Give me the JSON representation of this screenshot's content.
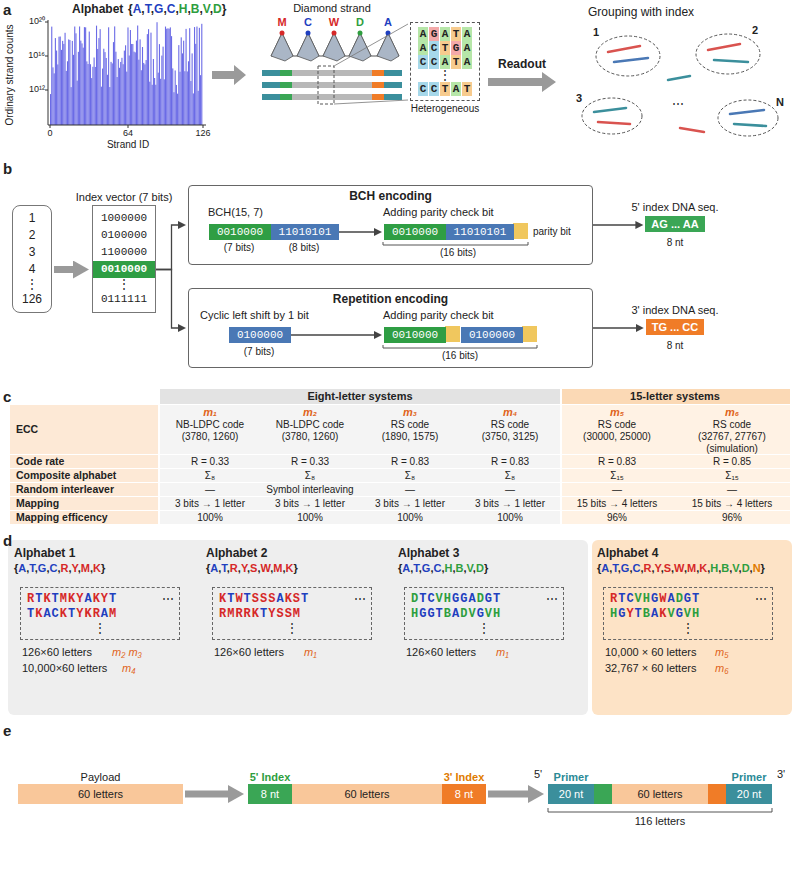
{
  "diagram": {
    "nodes": [
      {
        "text": [
          "AGATA",
          "ACTGA",
          "CCATA",
          "⋮",
          "CCTAT",
          "Heterogeneous"
        ]
      },
      {
        "text": [
          "1",
          "2",
          "3",
          "4",
          "⋮",
          "126"
        ]
      },
      {
        "text": [
          "Index vector (7 bits)",
          "1000000",
          "0100000",
          "1100000",
          "0010000",
          "⋮",
          "0111111"
        ]
      },
      {
        "text": [
          "BCH encoding"
        ]
      },
      {
        "text": [
          "0010000"
        ],
        "in": 3
      },
      {
        "text": [
          "11010101"
        ],
        "in": 3
      },
      {
        "text": [
          "0010000"
        ],
        "in": 3
      },
      {
        "text": [
          "11010101"
        ],
        "in": 3
      },
      {
        "text": [
          "5' index DNA seq.",
          "AG ... AA"
        ]
      },
      {
        "text": [
          "Repetition encoding"
        ]
      },
      {
        "text": [
          "0100000"
        ],
        "in": 9
      },
      {
        "text": [
          "0010000"
        ],
        "in": 9
      },
      {
        "text": [
          "0100000"
        ],
        "in": 9
      },
      {
        "text": [
          "3' index DNA seq.",
          "TG ... CC"
        ]
      },
      {
        "text": [
          "Alphabet 1",
          "{A,T,G,C,R,Y,M,K}"
        ]
      },
      {
        "text": [
          "RTKTMKYAKYT",
          "TKACKTYKRAM",
          "⋮",
          "⋯"
        ],
        "in": 14
      },
      {
        "text": [
          "Alphabet 2",
          "{A,T,R,Y,S,W,M,K}"
        ]
      },
      {
        "text": [
          "KTWTSSSAKST",
          "RMRRKTYSSM",
          "⋮",
          "⋯"
        ],
        "in": 16
      },
      {
        "text": [
          "Alphabet 3",
          "{A,T,G,C,H,B,V,D}"
        ]
      },
      {
        "text": [
          "DTCVHGGADGT",
          "HGGTBADVGVH",
          "⋮",
          "⋯"
        ],
        "in": 18
      },
      {
        "text": [
          "Alphabet 4",
          "{A,T,G,C,R,Y,S,W,M,K,H,B,V,D,N}"
        ]
      },
      {
        "text": [
          "RTCVHGWADGT",
          "HGYTBAKVGVH",
          "⋮",
          "⋯"
        ],
        "in": 20
      },
      {
        "text": [
          "Payload",
          "60 letters"
        ]
      },
      {
        "text": [
          "5' Index",
          "8 nt"
        ]
      },
      {
        "text": [
          "60 letters"
        ]
      },
      {
        "text": [
          "3' Index",
          "8 nt"
        ]
      },
      {
        "text": [
          "Primer",
          "20 nt"
        ]
      },
      {
        "text": [
          "60 letters"
        ]
      },
      {
        "text": [
          "Primer",
          "20 nt"
        ]
      }
    ],
    "edges": [
      {
        "from": 1,
        "to": 2,
        "arrow": "to"
      },
      {
        "from": 2,
        "to": 3,
        "arrow": "to"
      },
      {
        "from": 2,
        "to": 9,
        "arrow": "to"
      },
      {
        "from": 5,
        "to": 6,
        "arrow": "to"
      },
      {
        "from": 3,
        "to": 8,
        "arrow": "to"
      },
      {
        "from": 10,
        "to": 11,
        "arrow": "to"
      },
      {
        "from": 9,
        "to": 13,
        "arrow": "to"
      },
      {
        "from": 22,
        "to": 23,
        "arrow": "to"
      },
      {
        "from": 25,
        "to": 26,
        "arrow": "to"
      }
    ],
    "labels": [
      "a",
      "Alphabet",
      "{A,T,G,C,H,B,V,D}",
      "Ordinary strand counts",
      "10²⁰",
      "10¹⁶",
      "10¹²",
      "0",
      "64",
      "126",
      "Strand ID",
      "Diamond strand",
      "M",
      "C",
      "W",
      "D",
      "A",
      "Readout",
      "Grouping with index",
      "1",
      "2",
      "3",
      "⋯",
      "N",
      "b",
      "BCH(15, 7)",
      "(7 bits)",
      "(8 bits)",
      "Adding parity check bit",
      "(16 bits)",
      "parity bit",
      "8 nt",
      "Cyclic left shift by 1 bit",
      "(7 bits)",
      "Adding parity check bit",
      "(16 bits)",
      "8 nt",
      "c",
      "Eight-letter systems",
      "15-letter systems",
      "ECC",
      "Code rate",
      "Composite alphabet",
      "Random interleaver",
      "Mapping",
      "Mapping efficency",
      "m₁",
      "NB-LDPC code",
      "(3780, 1260)",
      "R = 0.33",
      "Σ₈",
      "—",
      "3 bits → 1 letter",
      "100%",
      "m₂",
      "NB-LDPC code",
      "(3780, 1260)",
      "R = 0.33",
      "Σ₈",
      "Symbol interleaving",
      "3 bits → 1 letter",
      "100%",
      "m₃",
      "RS code",
      "(1890, 1575)",
      "R = 0.83",
      "Σ₈",
      "—",
      "3 bits → 1 letter",
      "100%",
      "m₄",
      "RS code",
      "(3750, 3125)",
      "R = 0.83",
      "Σ₈",
      "—",
      "3 bits → 1 letter",
      "100%",
      "m₅",
      "RS code",
      "(30000, 25000)",
      "R = 0.83",
      "Σ₁₅",
      "—",
      "15 bits → 4 letters",
      "96%",
      "m₆",
      "RS code",
      "(32767, 27767)",
      "(simulation)",
      "R = 0.85",
      "Σ₁₅",
      "—",
      "15 bits → 4 letters",
      "96%",
      "d",
      "126×60 letters",
      "m₂ m₃",
      "10,000×60 letters",
      "m₄",
      "126×60 letters",
      "m₁",
      "126×60 letters",
      "m₁",
      "10,000 × 60 letters",
      "m₅",
      "32,767 × 60 letters",
      "m₆",
      "e",
      "5'",
      "3'",
      "116 letters"
    ]
  }
}
